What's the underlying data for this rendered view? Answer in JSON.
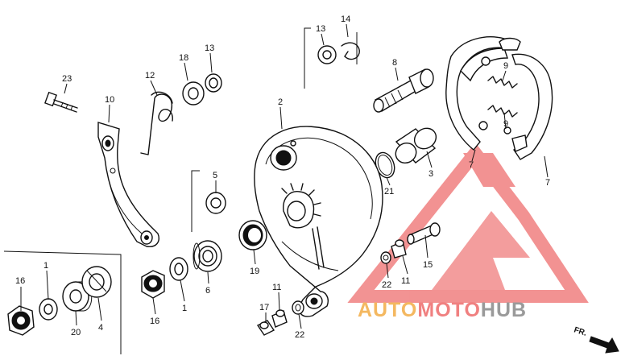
{
  "part_labels": {
    "p23": "23",
    "p10": "10",
    "p12": "12",
    "p18": "18",
    "p13a": "13",
    "p13b": "13",
    "p14": "14",
    "p8": "8",
    "p9a": "9",
    "p9b": "9",
    "p7a": "7",
    "p7b": "7",
    "p2": "2",
    "p3": "3",
    "p21": "21",
    "p5": "5",
    "p19": "19",
    "p6": "6",
    "p1a": "1",
    "p1b": "1",
    "p16a": "16",
    "p16b": "16",
    "p20": "20",
    "p4": "4",
    "p11a": "11",
    "p11b": "11",
    "p15": "15",
    "p22a": "22",
    "p22b": "22",
    "p17": "17"
  },
  "direction_label": "FR.",
  "watermark": {
    "part1": "AUTO",
    "part2": "MOTO",
    "part3": "HUB",
    "colors": {
      "logo": "#f08080",
      "auto": "#f4b860",
      "moto": "#f08080",
      "hub": "#9a9a9a"
    }
  }
}
